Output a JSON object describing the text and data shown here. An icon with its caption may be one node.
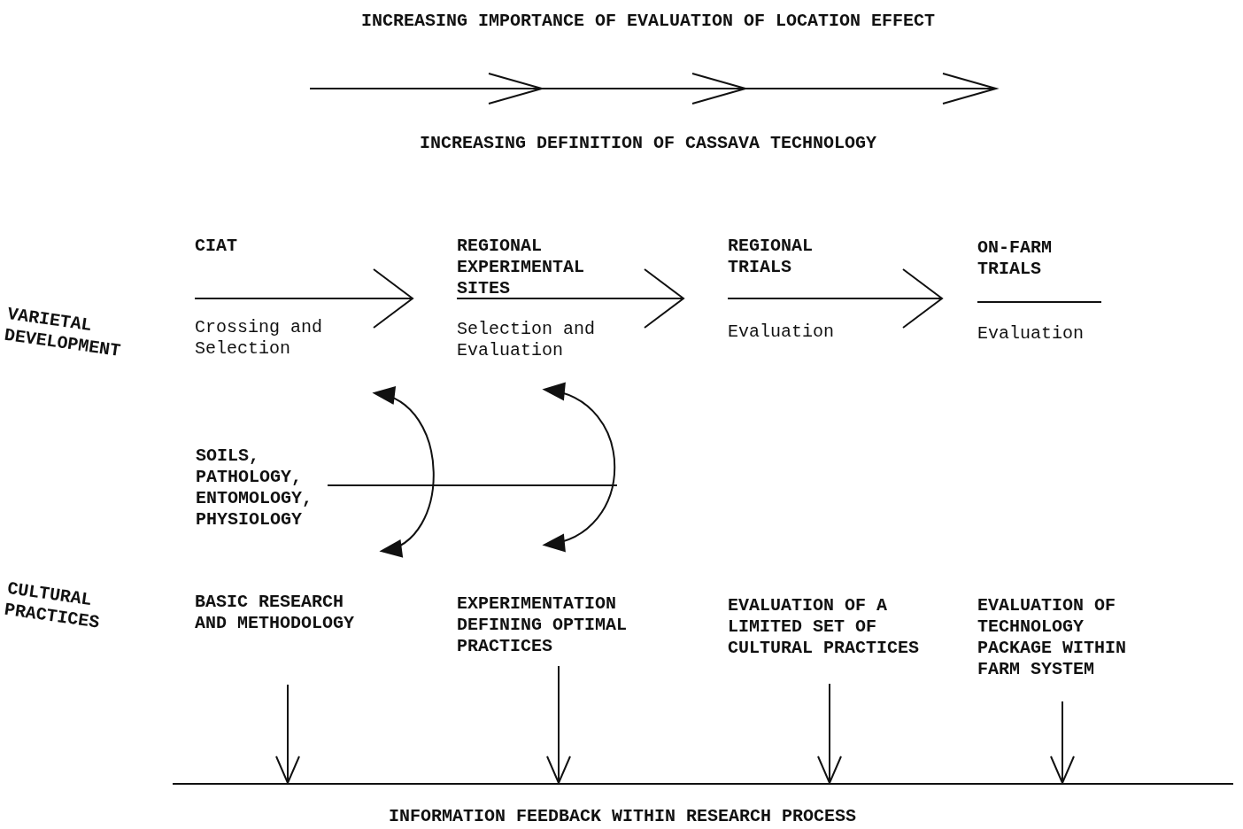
{
  "diagram": {
    "nodes": [
      {
        "text": [
          "CIAT",
          "Crossing and Selection"
        ]
      },
      {
        "text": [
          "REGIONAL EXPERIMENTAL SITES",
          "Selection and Evaluation"
        ]
      },
      {
        "text": [
          "REGIONAL TRIALS",
          "Evaluation"
        ]
      },
      {
        "text": [
          "ON-FARM TRIALS",
          "Evaluation"
        ]
      },
      {
        "text": [
          "SOILS, PATHOLOGY, ENTOMOLOGY, PHYSIOLOGY"
        ]
      },
      {
        "text": [
          "BASIC RESEARCH AND METHODOLOGY"
        ]
      },
      {
        "text": [
          "EXPERIMENTATION DEFINING OPTIMAL PRACTICES"
        ]
      },
      {
        "text": [
          "EVALUATION OF A LIMITED SET OF CULTURAL PRACTICES"
        ]
      },
      {
        "text": [
          "EVALUATION OF TECHNOLOGY PACKAGE WITHIN FARM SYSTEM"
        ]
      },
      {
        "text": [
          "INFORMATION FEEDBACK WITHIN RESEARCH PROCESS"
        ]
      }
    ],
    "edges": [
      {
        "from": 0,
        "to": 1,
        "arrow": "to"
      },
      {
        "from": 1,
        "to": 2,
        "arrow": "to"
      },
      {
        "from": 2,
        "to": 3,
        "arrow": "to"
      },
      {
        "from": 0,
        "to": 5,
        "arrow": "both"
      },
      {
        "from": 1,
        "to": 6,
        "arrow": "both"
      },
      {
        "from": 4,
        "to": null,
        "arrow": "none"
      },
      {
        "from": 5,
        "to": 9,
        "arrow": "to"
      },
      {
        "from": 6,
        "to": 9,
        "arrow": "to"
      },
      {
        "from": 7,
        "to": 9,
        "arrow": "to"
      },
      {
        "from": 8,
        "to": 9,
        "arrow": "to"
      }
    ],
    "labels": [
      "INCREASING IMPORTANCE OF EVALUATION OF LOCATION EFFECT",
      "INCREASING DEFINITION OF CASSAVA TECHNOLOGY",
      "VARIETAL DEVELOPMENT",
      "CULTURAL PRACTICES"
    ]
  }
}
